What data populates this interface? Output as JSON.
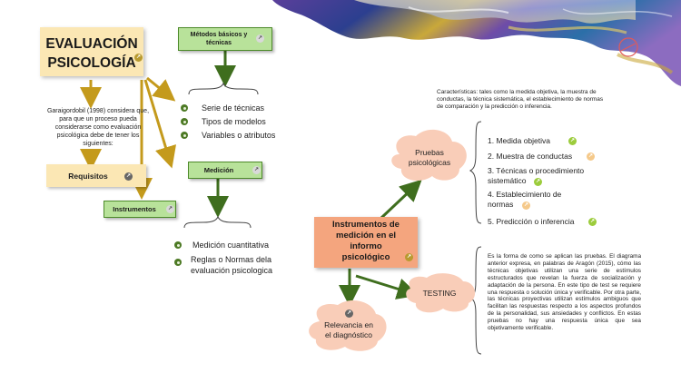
{
  "title": {
    "text": "EVALUACIÓN\nPSICOLOGÍA"
  },
  "metodos": {
    "label": "Métodos básicos y técnicas"
  },
  "metodos_list": [
    "Serie de técnicas",
    "Tipos de modelos",
    "Variables o atributos"
  ],
  "garaigordobil": {
    "text": "Garaigordobil (1998) considera que, para que un proceso pueda considerarse como evaluación psicológica debe de tener los siguientes:"
  },
  "requisitos": {
    "label": "Requisitos"
  },
  "medicion": {
    "label": "Medición"
  },
  "instrumentos": {
    "label": "Instrumentos"
  },
  "medicion_list": [
    "Medición cuantitativa",
    "Reglas o Normas dela\nevaluación psicologica"
  ],
  "center": {
    "label": "Instrumentos de\nmedición en el\ninformo\npsicológico"
  },
  "pruebas": {
    "label": "Pruebas\npsicológicas"
  },
  "testing": {
    "label": "TESTING"
  },
  "relevancia": {
    "label": "Relevancia en\nel diagnóstico"
  },
  "caracteristicas": {
    "text": "Características: tales como la medida objetiva, la muestra de conductas, la técnica sistemática, el establecimiento de normas de comparación y la predicción o inferencia."
  },
  "pruebas_list": [
    "1. Medida objetiva",
    "2. Muestra de conductas",
    "3. Técnicas o procedimiento\nsistemático",
    "4. Establecimiento de\nnormas",
    "5. Predicción o inferencia"
  ],
  "testing_text": {
    "text": "Es la forma de como se aplican las pruebas. El diagrama anterior expresa, en palabras de Aragón (2015), cómo las técnicas objetivas utilizan una serie de estímulos estructurados que revelan la fuerza de socialización y adaptación de la persona. En este tipo de test se requiere una respuesta o solución única y verificable. Por otra parte, las técnicas proyectivas utilizan estímulos ambiguos que facilitan las respuestas respecto a los aspectos profundos de la personalidad, sus ansiedades y conflictos. En estas pruebas no hay una respuesta única que sea objetivamente verificable."
  },
  "colors": {
    "gold_arrow": "#c49a1c",
    "green_arrow": "#3f6e1e",
    "peach": "#f9cdb8",
    "green_box": "#b8e29a",
    "yellow_box": "#fbe7b4",
    "center_box": "#f4a57e"
  }
}
